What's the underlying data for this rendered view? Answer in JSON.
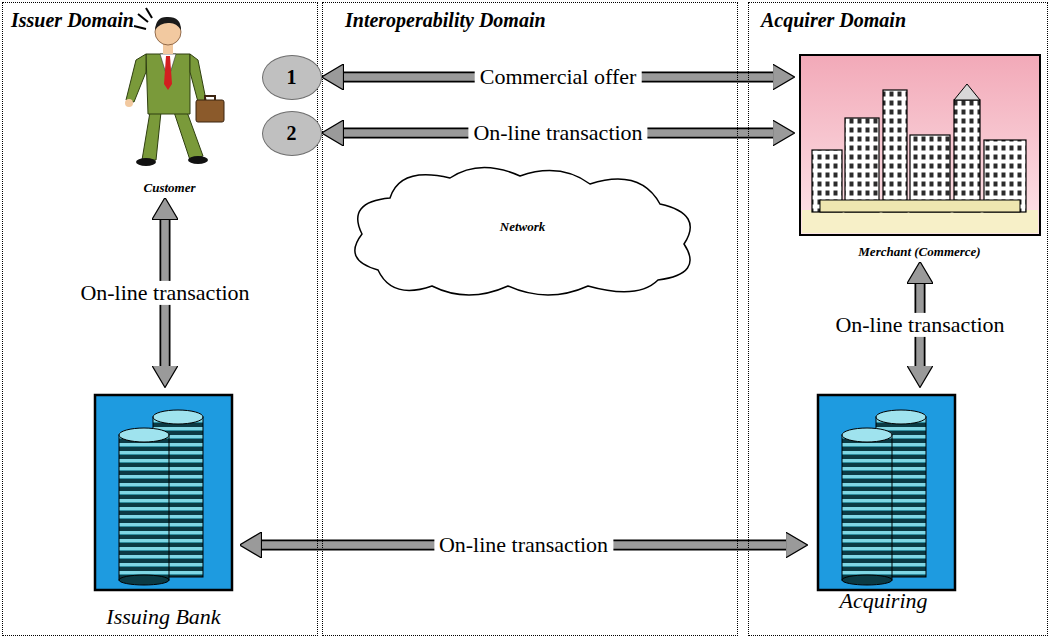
{
  "diagram": {
    "nodes": [
      {
        "text": [
          "Issuer Domain"
        ]
      },
      {
        "text": [
          "Interoperability Domain"
        ]
      },
      {
        "text": [
          "Acquirer Domain"
        ]
      },
      {
        "text": [
          "Customer"
        ],
        "in": 0
      },
      {
        "text": [
          "1"
        ],
        "in": 0
      },
      {
        "text": [
          "2"
        ],
        "in": 0
      },
      {
        "text": [
          "Network"
        ],
        "in": 1
      },
      {
        "text": [
          "Merchant (Commerce)"
        ],
        "in": 2
      },
      {
        "text": [
          "Issuing Bank"
        ],
        "in": 0
      },
      {
        "text": [
          "Acquiring"
        ],
        "in": 2
      }
    ],
    "edges": [
      {
        "from": 4,
        "to": 7,
        "arrow": "both",
        "label": "Commercial offer"
      },
      {
        "from": 5,
        "to": 7,
        "arrow": "both",
        "label": "On-line transaction"
      },
      {
        "from": 3,
        "to": 8,
        "arrow": "both",
        "label": "On-line transaction"
      },
      {
        "from": 7,
        "to": 9,
        "arrow": "both",
        "label": "On-line transaction"
      },
      {
        "from": 8,
        "to": 9,
        "arrow": "both",
        "label": "On-line transaction"
      }
    ]
  }
}
